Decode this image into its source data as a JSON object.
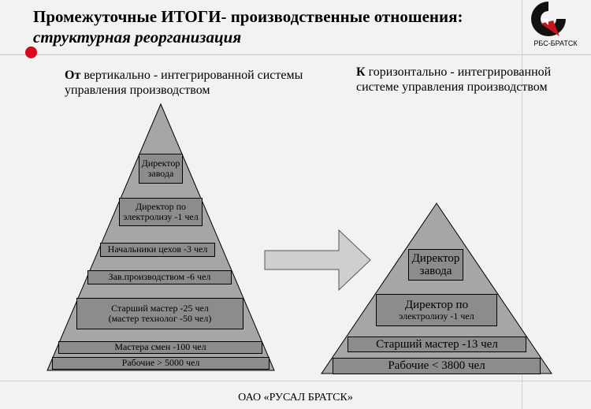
{
  "title": {
    "line1": "Промежуточные ИТОГИ- производственные отношения:",
    "line2": "структурная реорганизация"
  },
  "logo": {
    "text": "РБС-БРАТСК",
    "icon": "rbs-logo-icon"
  },
  "left": {
    "heading_bold": "От",
    "heading_rest1": " вертикально - интегрированной системы",
    "heading_rest2": " управления производством",
    "boxes": [
      "Директор завода",
      "Директор по электролизу -1 чел",
      "Начальники цехов -3 чел",
      "Зав.производством -6 чел",
      "Старший мастер -25 чел",
      "(мастер технолог -50 чел)",
      "Мастера смен -100 чел",
      "Рабочие > 5000 чел"
    ]
  },
  "right": {
    "heading_bold": "К",
    "heading_rest1": " горизонтально - интегрированной",
    "heading_rest2": "системе управления производством",
    "boxes": [
      "Директор завода",
      "Директор по",
      "электролизу -1 чел",
      "Старший мастер -13 чел",
      "Рабочие < 3800 чел"
    ]
  },
  "footer": "ОАО «РУСАЛ БРАТСК»"
}
